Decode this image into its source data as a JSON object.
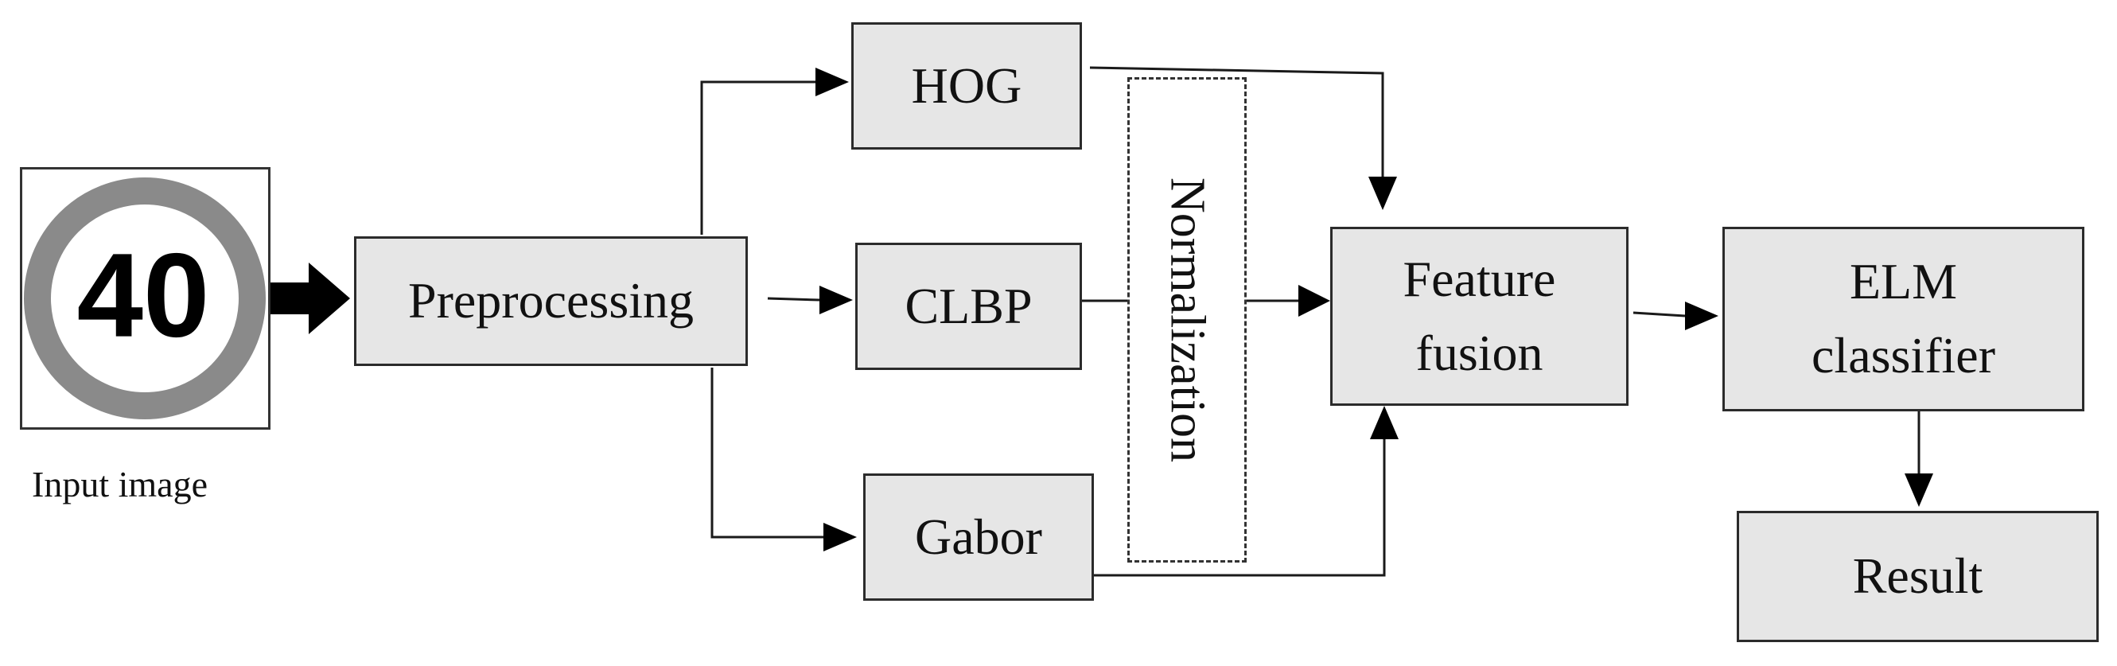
{
  "input": {
    "sign_number": "40",
    "caption": "Input image",
    "ring_color": "#8a8a8a"
  },
  "nodes": {
    "preprocessing": "Preprocessing",
    "hog": "HOG",
    "clbp": "CLBP",
    "gabor": "Gabor",
    "normalization": "Normalization",
    "feature_fusion": [
      "Feature",
      "fusion"
    ],
    "elm_classifier": [
      "ELM",
      "classifier"
    ],
    "result": "Result"
  },
  "colors": {
    "box_fill": "#e6e6e6",
    "stroke": "#2b2b2b"
  }
}
